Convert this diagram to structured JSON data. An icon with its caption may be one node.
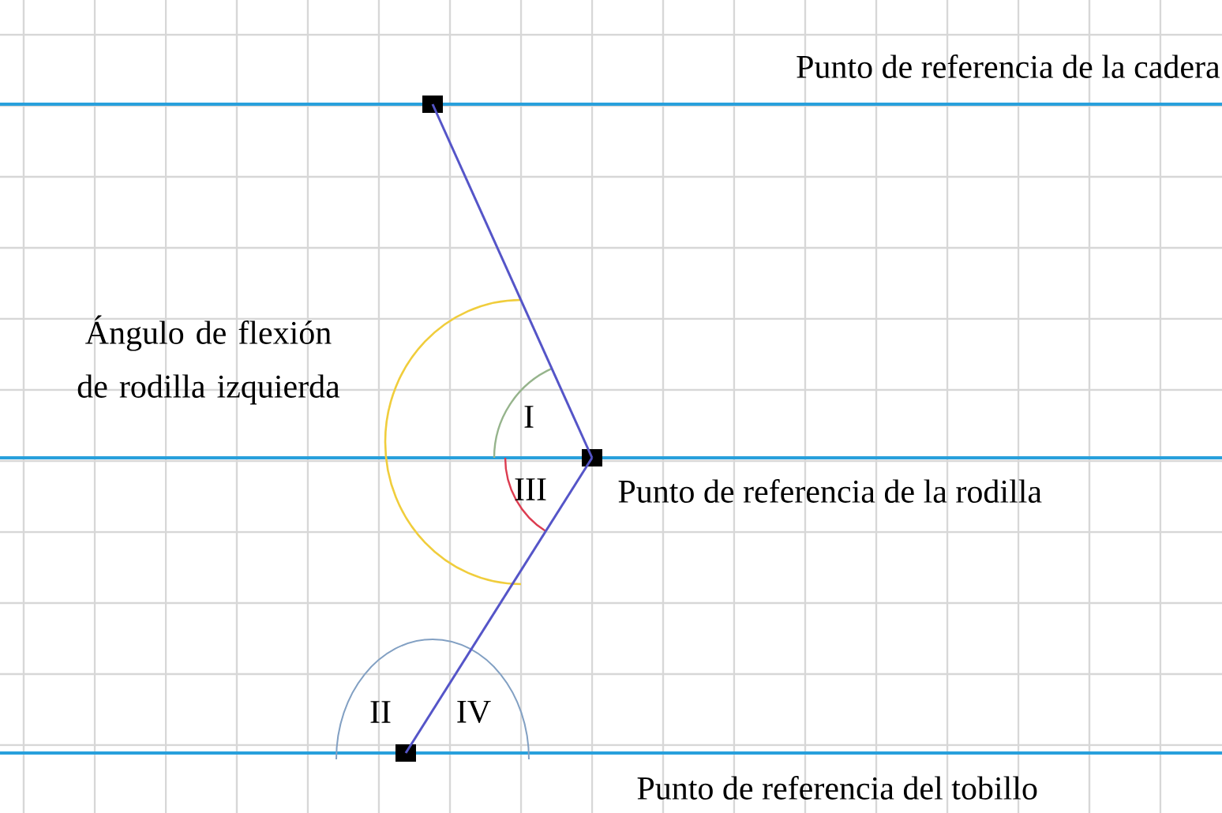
{
  "diagram": {
    "nodes": [
      {
        "text": [],
        "shape": "box"
      },
      {
        "text": [],
        "shape": "box"
      },
      {
        "text": [],
        "shape": "box"
      }
    ],
    "edges": [
      {
        "from": 0,
        "to": 1,
        "arrow": "none"
      },
      {
        "from": 1,
        "to": 2,
        "arrow": "none"
      }
    ],
    "labels": [
      "Punto de referencia de la cadera",
      "Ángulo de flexión de rodilla izquierda",
      "I",
      "Punto de referencia de la rodilla",
      "III",
      "II",
      "IV",
      "Punto de referencia del tobillo"
    ]
  }
}
